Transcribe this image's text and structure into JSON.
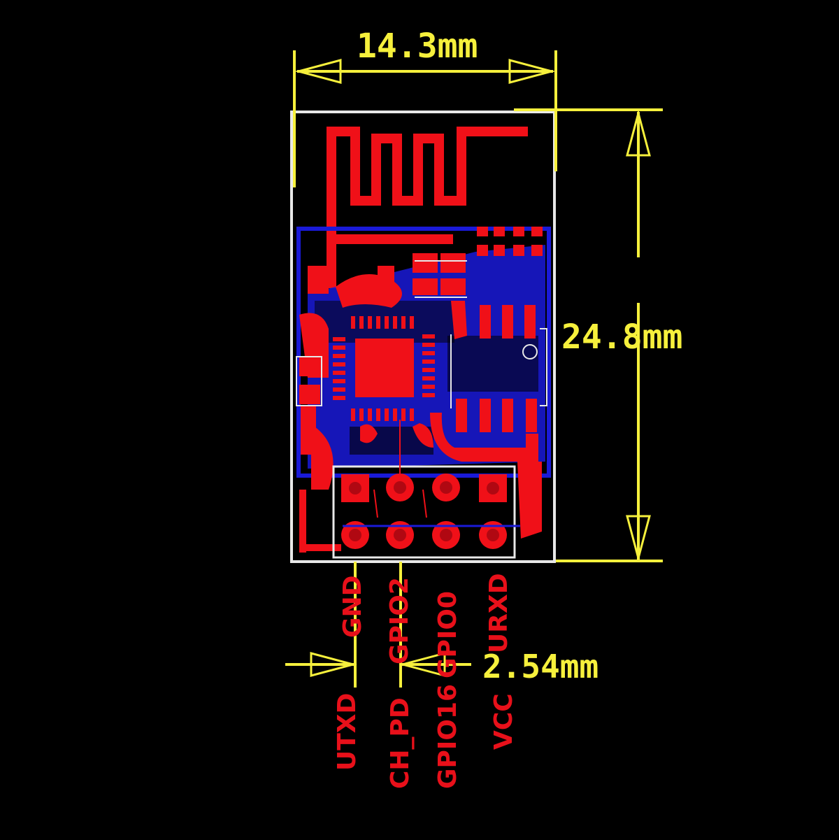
{
  "diagram": {
    "subject": "ESP8266 ESP-01 WiFi module PCB layout",
    "colors": {
      "background": "#000000",
      "top_copper": "#f01018",
      "bottom_copper": "#1a1ad8",
      "dimension": "#f6f03c",
      "outline": "#e8e8e8"
    },
    "dimensions": {
      "width": "14.3mm",
      "height": "24.8mm",
      "pin_pitch": "2.54mm"
    },
    "pins_top_row": [
      "GND",
      "GPIO2",
      "GPIO0",
      "URXD"
    ],
    "pins_bottom_row": [
      "UTXD",
      "CH_PD",
      "GPIO16",
      "VCC"
    ]
  }
}
